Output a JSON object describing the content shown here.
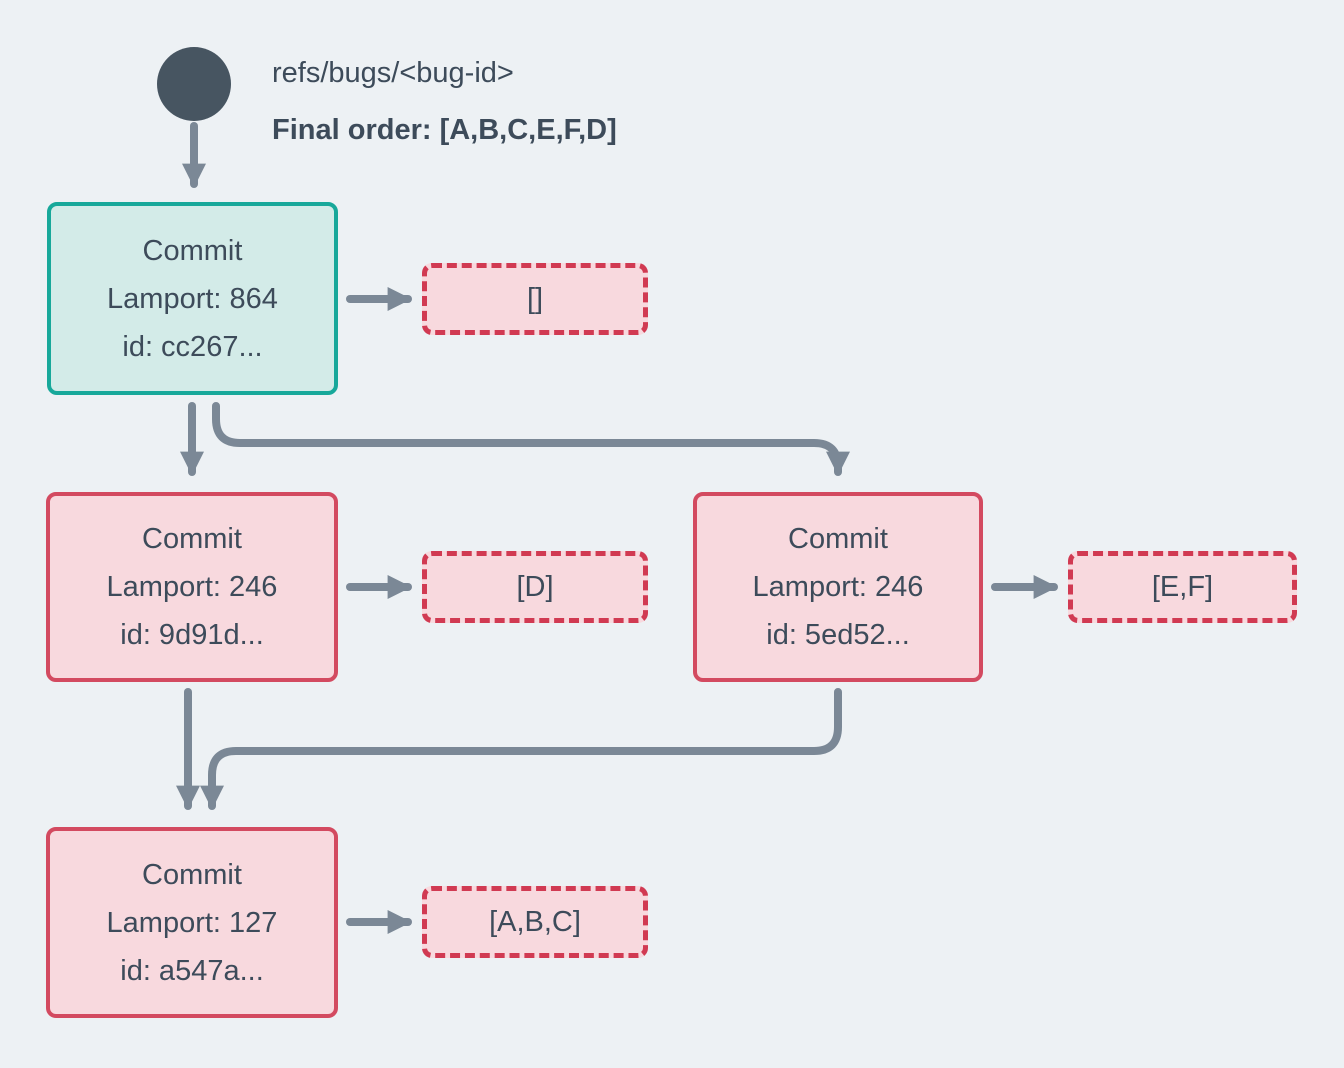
{
  "header": {
    "ref_label": "refs/bugs/<bug-id>",
    "final_order": "Final order: [A,B,C,E,F,D]"
  },
  "nodes": {
    "root": {
      "title": "Commit",
      "lamport": "Lamport: 864",
      "id": "id: cc267...",
      "ops": "[]"
    },
    "left": {
      "title": "Commit",
      "lamport": "Lamport: 246",
      "id": "id: 9d91d...",
      "ops": "[D]"
    },
    "right": {
      "title": "Commit",
      "lamport": "Lamport: 246",
      "id": "id: 5ed52...",
      "ops": "[E,F]"
    },
    "merge": {
      "title": "Commit",
      "lamport": "Lamport: 127",
      "id": "id: a547a...",
      "ops": "[A,B,C]"
    }
  },
  "colors": {
    "background": "#edf1f4",
    "text": "#3d4b5a",
    "arrow": "#7b8896",
    "ref_dot": "#475561",
    "teal_border": "#17a89a",
    "teal_fill": "#d3ebe8",
    "pink_border": "#d34a60",
    "pink_fill": "#f8d9de",
    "dashed_border": "#d13a52"
  }
}
